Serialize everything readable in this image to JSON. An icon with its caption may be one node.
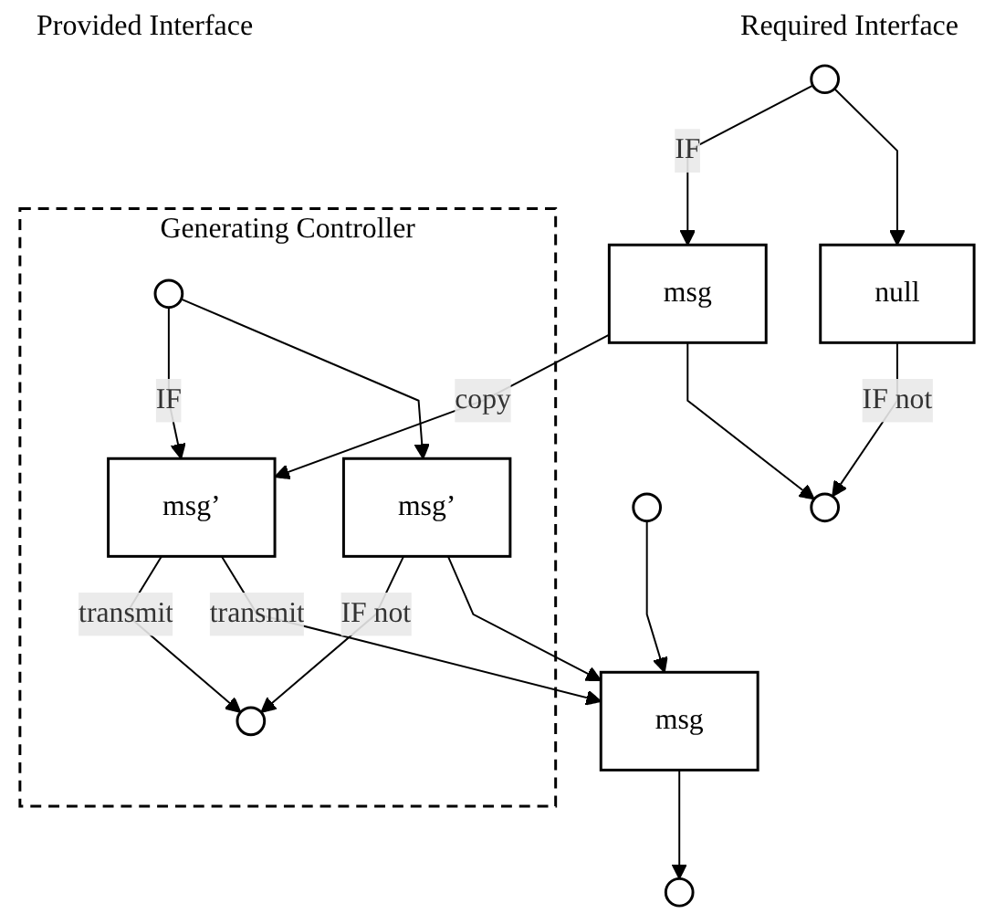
{
  "diagram": {
    "nodes": [
      {
        "text": [],
        "shape": "circle"
      },
      {
        "text": [
          "msg"
        ]
      },
      {
        "text": [
          "null"
        ]
      },
      {
        "text": [],
        "shape": "circle"
      },
      {
        "text": [
          "Generating Controller"
        ]
      },
      {
        "text": [],
        "shape": "circle",
        "in": 4
      },
      {
        "text": [
          "msg’"
        ],
        "in": 4
      },
      {
        "text": [
          "msg’"
        ],
        "in": 4
      },
      {
        "text": [],
        "shape": "circle",
        "in": 4
      },
      {
        "text": [],
        "shape": "circle"
      },
      {
        "text": [
          "msg"
        ]
      },
      {
        "text": [],
        "shape": "circle"
      }
    ],
    "edges": [
      {
        "from": 0,
        "to": 1,
        "arrow": "to",
        "label": "IF"
      },
      {
        "from": 0,
        "to": 2,
        "arrow": "to"
      },
      {
        "from": 1,
        "to": 3,
        "arrow": "to"
      },
      {
        "from": 2,
        "to": 3,
        "arrow": "to",
        "label": "IF not"
      },
      {
        "from": 1,
        "to": 6,
        "arrow": "to",
        "label": "copy"
      },
      {
        "from": 5,
        "to": 6,
        "arrow": "to",
        "label": "IF"
      },
      {
        "from": 5,
        "to": 7,
        "arrow": "to"
      },
      {
        "from": 6,
        "to": 8,
        "arrow": "to",
        "label": "transmit"
      },
      {
        "from": 7,
        "to": 8,
        "arrow": "to",
        "label": "IF not"
      },
      {
        "from": 6,
        "to": 10,
        "arrow": "to",
        "label": "transmit"
      },
      {
        "from": 7,
        "to": 10,
        "arrow": "to"
      },
      {
        "from": 9,
        "to": 10,
        "arrow": "to"
      },
      {
        "from": 10,
        "to": 11,
        "arrow": "to"
      }
    ],
    "labels": [
      "Provided Interface",
      "Required Interface"
    ]
  }
}
